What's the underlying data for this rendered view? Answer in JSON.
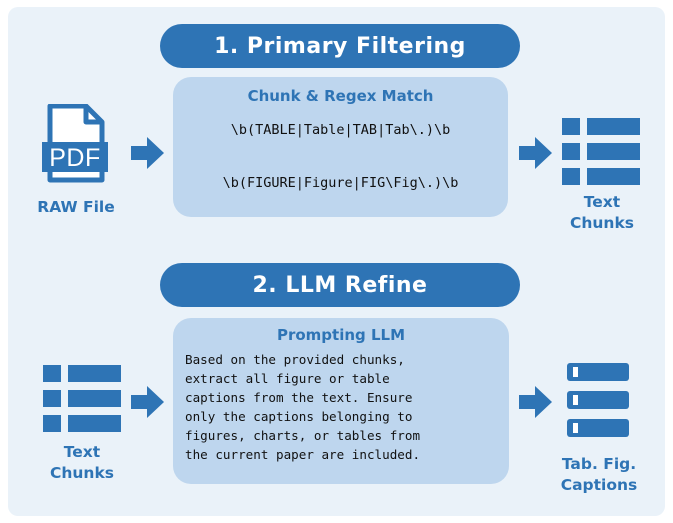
{
  "section1": {
    "title": "1. Primary Filtering",
    "box_title": "Chunk & Regex Match",
    "regex_table": "\\b(TABLE|Table|TAB|Tab\\.)\\b",
    "regex_figure": "\\b(FIGURE|Figure|FIG\\Fig\\.)\\b",
    "input_label": "RAW File",
    "file_icon_text": "PDF",
    "output_label_line1": "Text",
    "output_label_line2": "Chunks"
  },
  "section2": {
    "title": "2. LLM Refine",
    "box_title": "Prompting LLM",
    "prompt_lines": [
      "Based on the provided chunks,",
      "extract all figure or table",
      "captions from the text. Ensure",
      "only the captions belonging to",
      "figures, charts, or tables from",
      "the current paper are included."
    ],
    "input_label_line1": "Text",
    "input_label_line2": "Chunks",
    "output_label_line1": "Tab. Fig.",
    "output_label_line2": "Captions"
  },
  "colors": {
    "accent": "#2e74b5",
    "box": "#bed6ee",
    "panel": "#eaf2f9"
  },
  "icons": [
    "pdf-file-icon",
    "arrow-right-icon",
    "text-chunks-icon",
    "captions-list-icon"
  ]
}
